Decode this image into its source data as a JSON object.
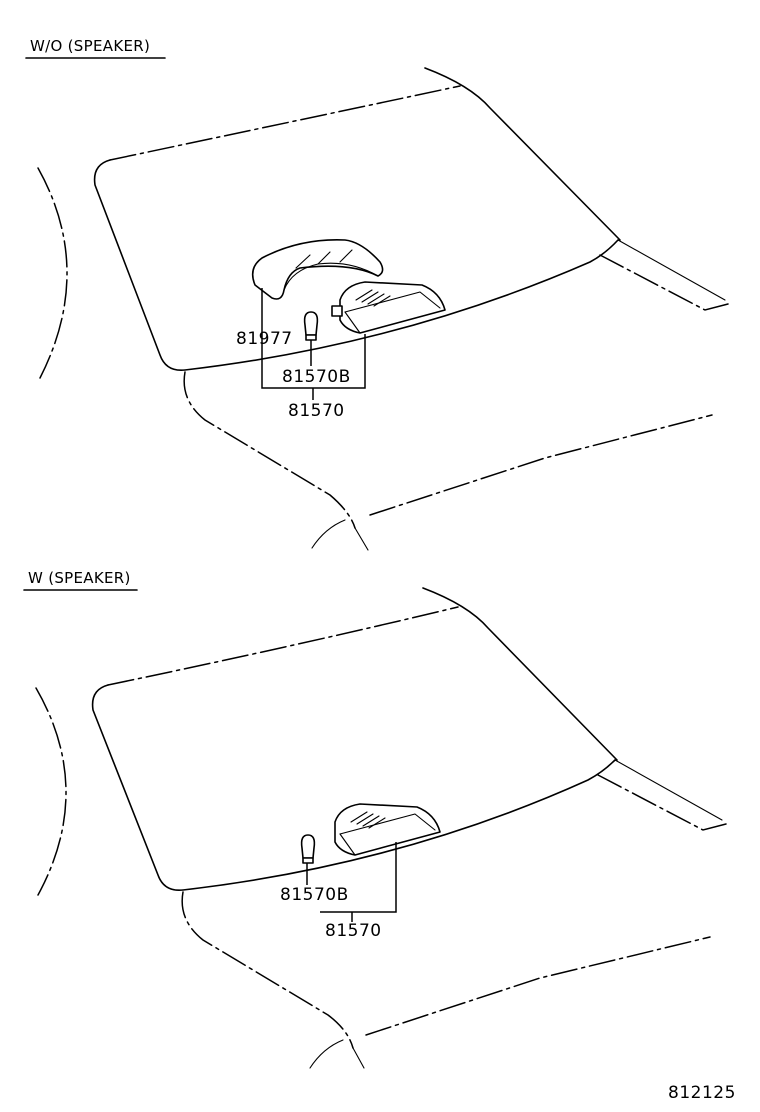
{
  "sections": [
    {
      "header": "W/O (SPEAKER)",
      "labels": {
        "cover": "81977",
        "bulb": "81570B",
        "lamp": "81570"
      }
    },
    {
      "header": "W (SPEAKER)",
      "labels": {
        "bulb": "81570B",
        "lamp": "81570"
      }
    }
  ],
  "figure_id": "812125"
}
